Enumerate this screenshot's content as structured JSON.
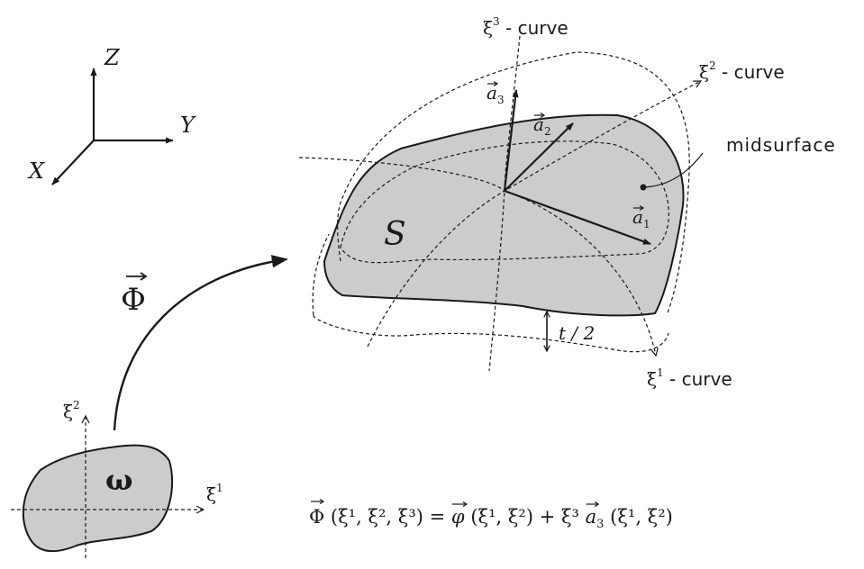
{
  "axes": {
    "z": "Z",
    "y": "Y",
    "x": "X"
  },
  "phi_symbol": "Φ",
  "shell": {
    "surface_label": "S",
    "xi3_curve": {
      "sym": "ξ",
      "sup": "3",
      "text": " - curve"
    },
    "xi2_curve": {
      "sym": "ξ",
      "sup": "2",
      "text": " - curve"
    },
    "xi1_curve": {
      "sym": "ξ",
      "sup": "1",
      "text": " - curve"
    },
    "a3": {
      "sym": "a",
      "sub": "3"
    },
    "a2": {
      "sym": "a",
      "sub": "2"
    },
    "a1": {
      "sym": "a",
      "sub": "1"
    },
    "midsurface": "midsurface",
    "thickness": "t / 2"
  },
  "domain": {
    "label": "ω",
    "xi2": {
      "sym": "ξ",
      "sup": "2"
    },
    "xi1": {
      "sym": "ξ",
      "sup": "1"
    }
  },
  "equation": {
    "lhs_sym": "Φ",
    "lhs_args": "(ξ¹, ξ², ξ³) =",
    "phi_sym": "φ",
    "phi_args": "(ξ¹, ξ²) + ξ³",
    "a_sym": "a",
    "a_sub": "3",
    "tail_args": "(ξ¹, ξ²)"
  },
  "colors": {
    "fill": "#cccccc",
    "stroke": "#1a1a1a"
  }
}
